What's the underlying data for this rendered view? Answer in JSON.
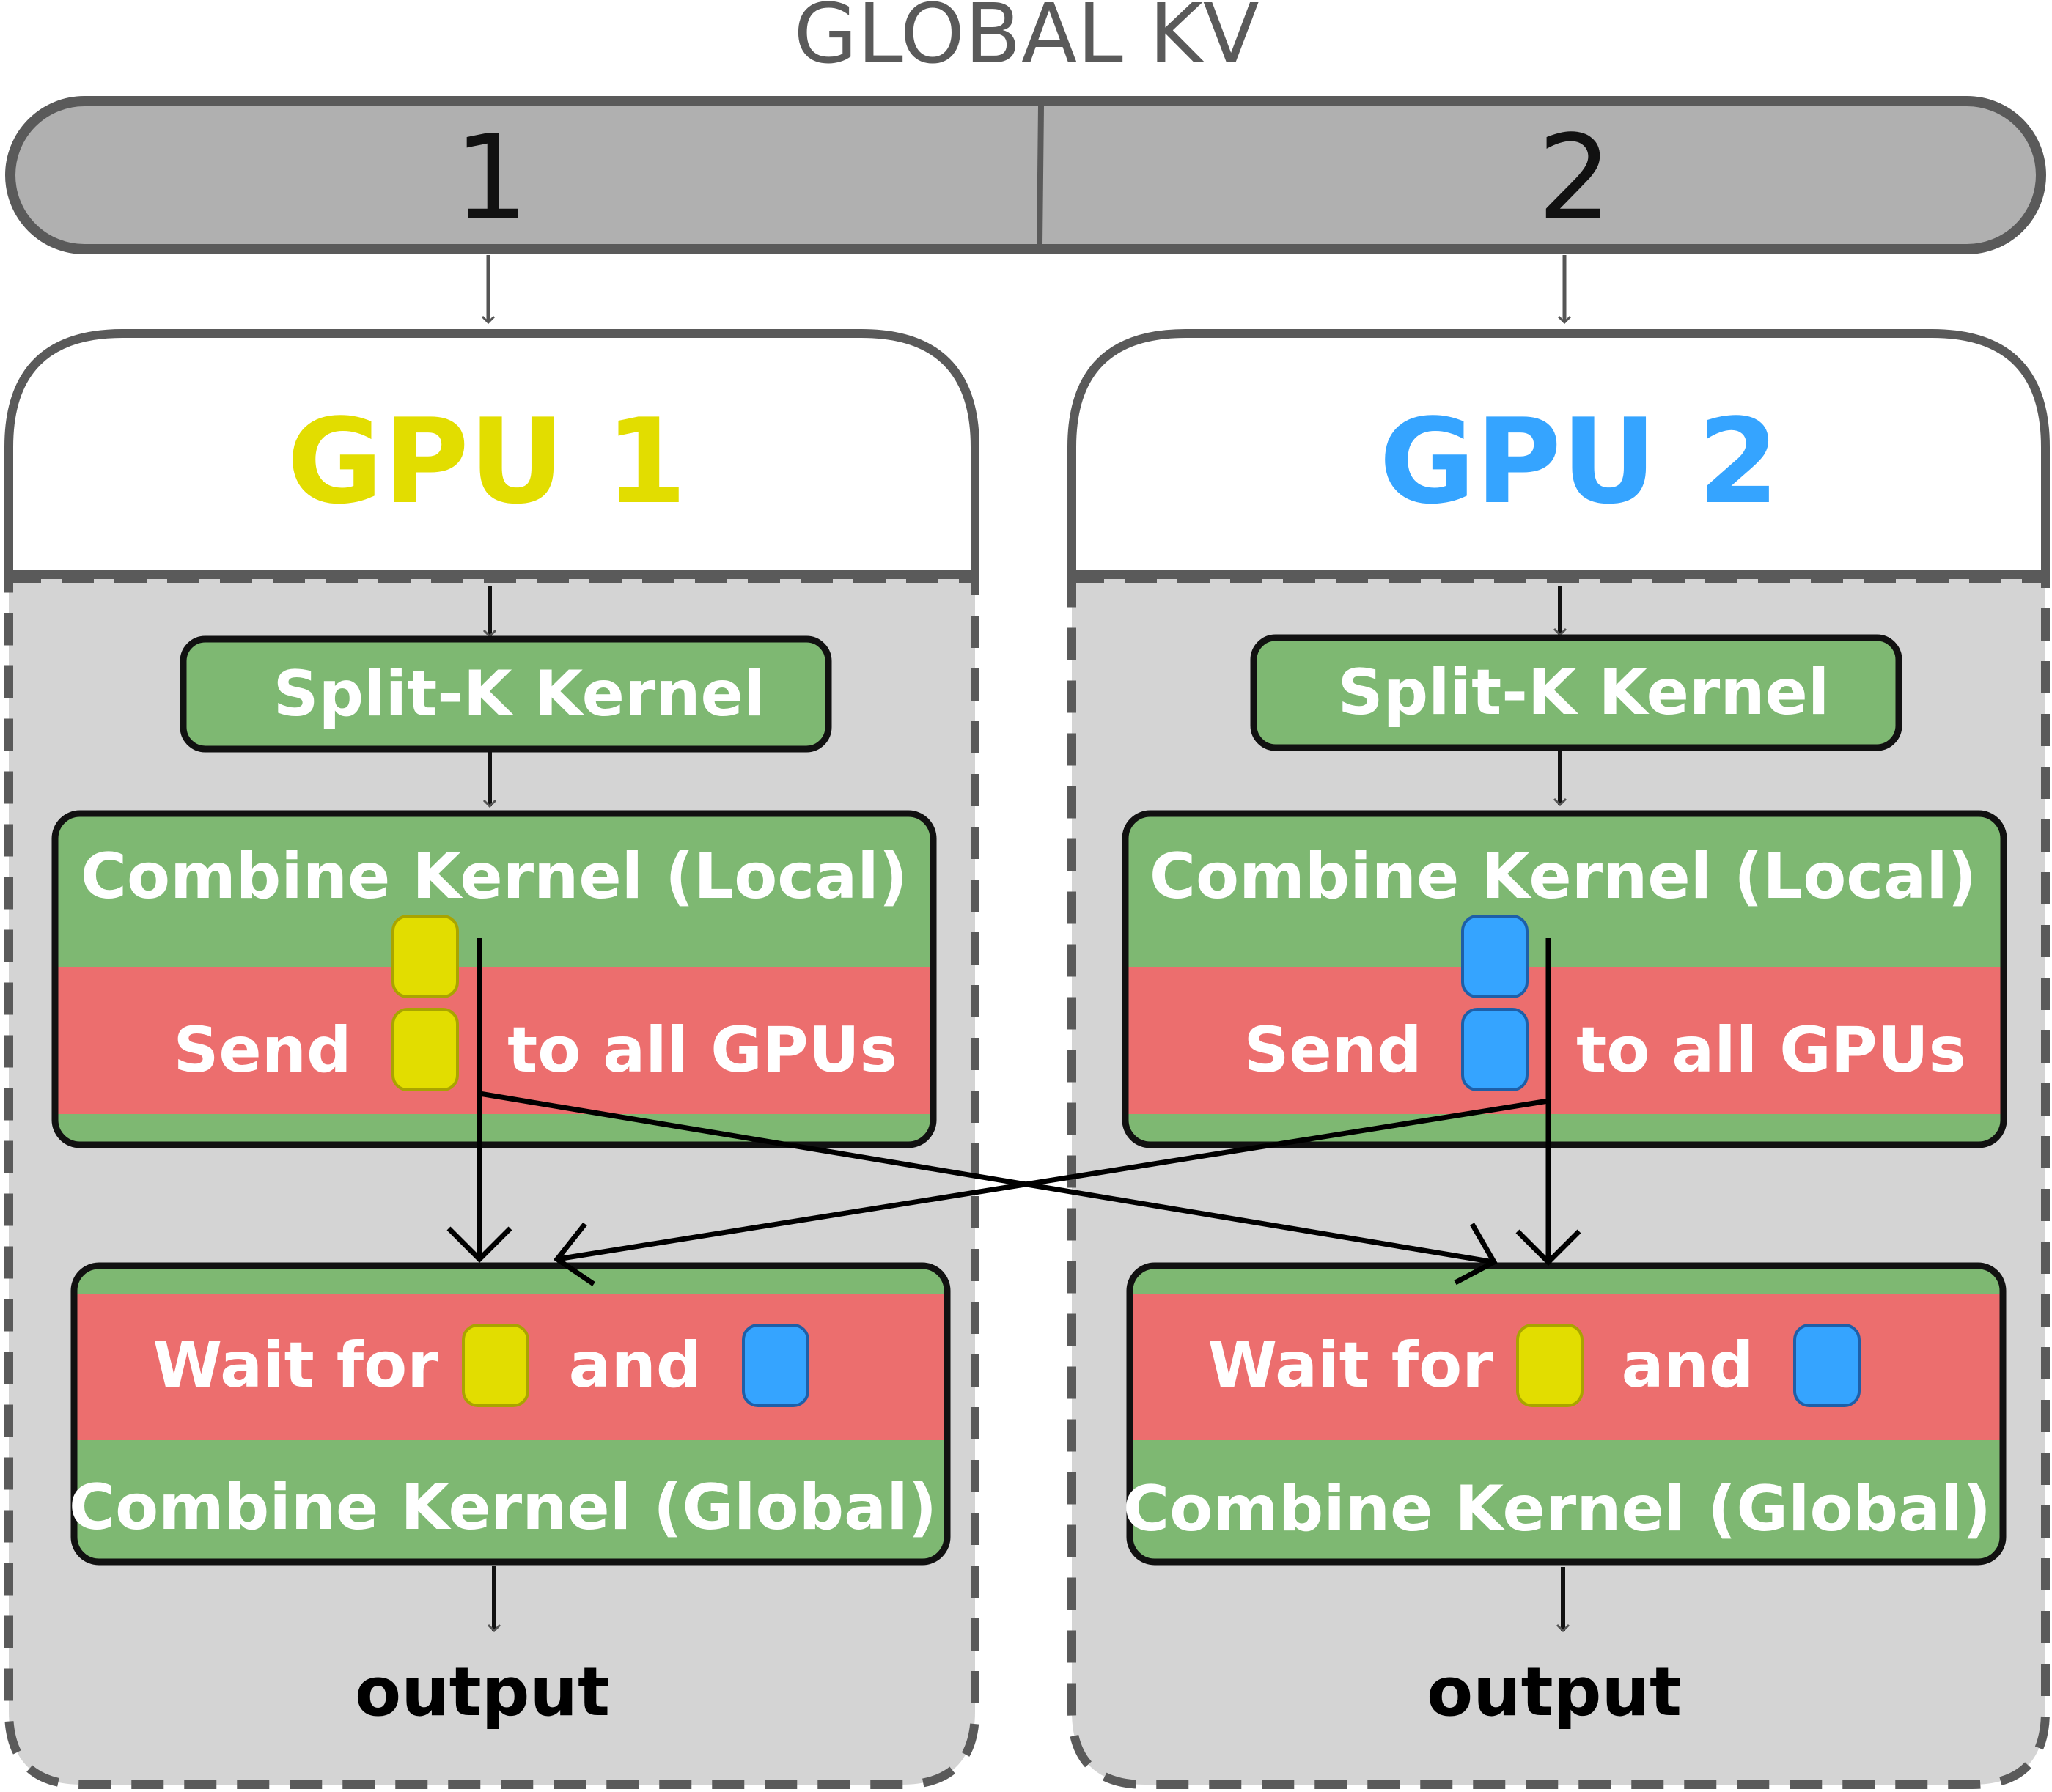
{
  "global_kv": {
    "title": "GLOBAL KV",
    "partitions": [
      "1",
      "2"
    ]
  },
  "gpus": [
    {
      "name": "GPU 1",
      "color": "#e2dd00",
      "split_k": "Split-K Kernel",
      "combine_local": "Combine Kernel (Local)",
      "send": "Send",
      "send_suffix": "to all GPUs",
      "wait_for": "Wait for",
      "and": "and",
      "combine_global": "Combine Kernel (Global)",
      "output": "output"
    },
    {
      "name": "GPU 2",
      "color": "#35a4ff",
      "split_k": "Split-K Kernel",
      "combine_local": "Combine Kernel (Local)",
      "send": "Send",
      "send_suffix": "to all GPUs",
      "wait_for": "Wait for",
      "and": "and",
      "combine_global": "Combine Kernel (Global)",
      "output": "output"
    }
  ],
  "colors": {
    "kernel_green": "#7eb872",
    "comm_red": "#ec6e6e",
    "panel_gray": "#d4d4d4",
    "bar_gray": "#b0b0b0",
    "outline_gray": "#5a5a5a",
    "token_yellow": "#e2dd00",
    "token_blue": "#35a4ff"
  }
}
